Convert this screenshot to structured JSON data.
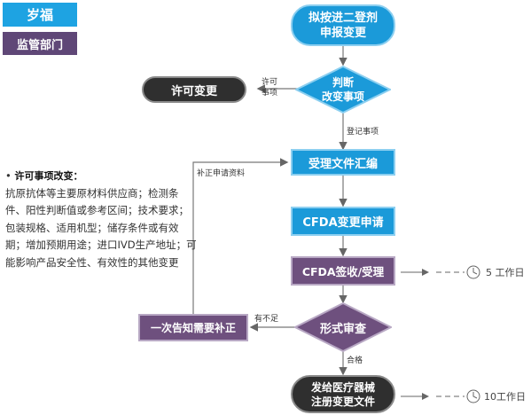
{
  "tags": {
    "product": "岁福",
    "department": "监管部门"
  },
  "nodes": {
    "start": "拟按进二登剂\n申报变更",
    "judge": "判断\n改变事项",
    "permit_change": "许可变更",
    "compile": "受理文件汇编",
    "cfda_apply": "CFDA变更申请",
    "cfda_accept": "CFDA签收/受理",
    "formal_review": "形式审查",
    "notify_supplement": "一次告知需要补正",
    "issue": "发给医疗器械\n注册变更文件"
  },
  "edge_labels": {
    "permit_item": "许可\n事项",
    "register_item": "登记事项",
    "supplement_materials": "补正申请资料",
    "insufficient": "有不足",
    "qualified": "合格"
  },
  "note": {
    "title": "许可事项改变：",
    "text": "抗原抗体等主要原材料供应商；检测条件、阳性判断值或参考区间；技术要求；包装规格、适用机型；储存条件或有效期；增加预期用途；进口IVD生产地址；可能影响产品安全性、有效性的其他变更"
  },
  "timers": {
    "accept_days": "5 工作日",
    "issue_days": "10工作日"
  }
}
